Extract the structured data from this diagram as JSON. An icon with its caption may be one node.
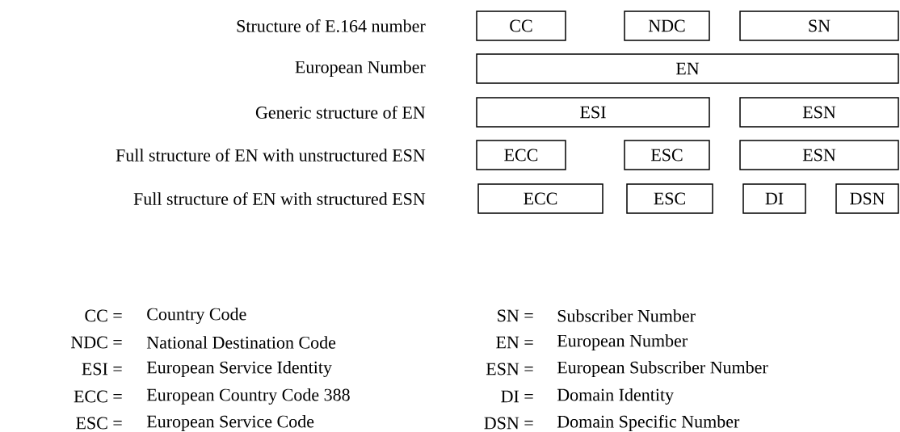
{
  "diagram": {
    "nodes": [
      {
        "text": [
          "CC"
        ]
      },
      {
        "text": [
          "NDC"
        ]
      },
      {
        "text": [
          "SN"
        ]
      },
      {
        "text": [
          "EN"
        ]
      },
      {
        "text": [
          "ESI"
        ]
      },
      {
        "text": [
          "ESN"
        ]
      },
      {
        "text": [
          "ECC"
        ]
      },
      {
        "text": [
          "ESC"
        ]
      },
      {
        "text": [
          "ESN"
        ]
      },
      {
        "text": [
          "ECC"
        ]
      },
      {
        "text": [
          "ESC"
        ]
      },
      {
        "text": [
          "DI"
        ]
      },
      {
        "text": [
          "DSN"
        ]
      }
    ],
    "labels": [
      "Structure of E.164 number",
      "European Number",
      "Generic structure of EN",
      "Full structure of EN with unstructured ESN",
      "Full structure of EN with structured ESN",
      "CC =",
      "Country Code",
      "SN =",
      "Subscriber Number",
      "NDC =",
      "National Destination Code",
      "EN =",
      "European Number",
      "ESI =",
      "European Service Identity",
      "ESN =",
      "European Subscriber Number",
      "ECC =",
      "European Country Code 388",
      "DI =",
      "Domain Identity",
      "ESC =",
      "European Service Code",
      "DSN =",
      "Domain Specific Number"
    ]
  }
}
